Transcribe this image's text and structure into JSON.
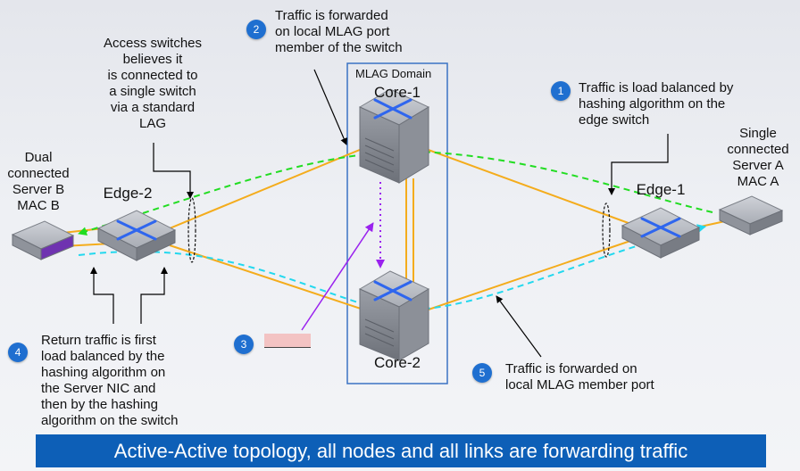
{
  "colors": {
    "link_orange": "#f4ac1c",
    "path_green": "#22dd22",
    "path_cyan": "#22d8ee",
    "arrow_purple": "#9a22ee",
    "badge_blue": "#1f6fd0",
    "footer_blue": "#0d5fb7",
    "domain_border": "#3a72c4"
  },
  "mlag_domain": {
    "title": "MLAG Domain"
  },
  "devices": {
    "core1": "Core-1",
    "core2": "Core-2",
    "edge1": "Edge-1",
    "edge2": "Edge-2",
    "server_a": "Single\nconnected\nServer A\nMAC A",
    "server_b": "Dual\nconnected\nServer B\nMAC B"
  },
  "notes": {
    "access_switch": "Access switches\nbelieves it\nis connected to\na single switch\nvia a standard\nLAG",
    "n1": {
      "num": "1",
      "text": "Traffic is load balanced by\nhashing algorithm on the\nedge switch"
    },
    "n2": {
      "num": "2",
      "text": "Traffic is forwarded\non local MLAG port\nmember of the switch"
    },
    "n3": {
      "num": "3"
    },
    "n4": {
      "num": "4",
      "text": "Return traffic is first\nload balanced by the\nhashing algorithm on\nthe Server NIC and\nthen by the hashing\nalgorithm on the switch"
    },
    "n5": {
      "num": "5",
      "text": "Traffic is forwarded on\nlocal MLAG member port"
    }
  },
  "footer": "Active-Active topology, all nodes and all links are forwarding traffic"
}
